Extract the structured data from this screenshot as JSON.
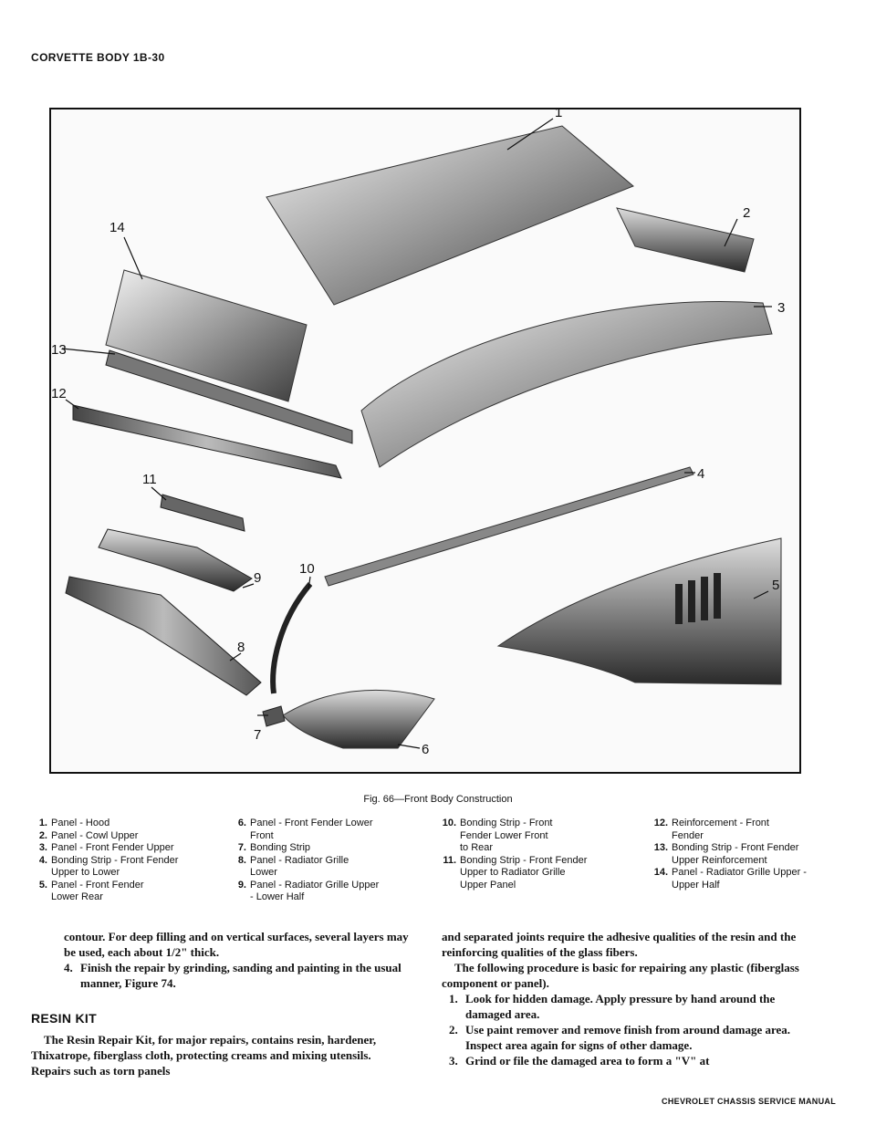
{
  "header": {
    "title": "CORVETTE BODY 1B-30"
  },
  "figure": {
    "callouts": [
      "1",
      "2",
      "3",
      "4",
      "5",
      "6",
      "7",
      "8",
      "9",
      "10",
      "11",
      "12",
      "13",
      "14"
    ],
    "caption": "Fig. 66—Front Body Construction"
  },
  "legend": [
    [
      {
        "num": "1.",
        "text": "Panel - Hood"
      },
      {
        "num": "2.",
        "text": "Panel - Cowl Upper"
      },
      {
        "num": "3.",
        "text": "Panel - Front Fender Upper"
      },
      {
        "num": "4.",
        "text": "Bonding Strip - Front Fender\nUpper to Lower"
      },
      {
        "num": "5.",
        "text": "Panel - Front Fender\nLower Rear"
      }
    ],
    [
      {
        "num": "6.",
        "text": "Panel - Front Fender Lower\nFront"
      },
      {
        "num": "7.",
        "text": "Bonding Strip"
      },
      {
        "num": "8.",
        "text": "Panel - Radiator Grille\nLower"
      },
      {
        "num": "9.",
        "text": "Panel - Radiator Grille Upper\n- Lower Half"
      }
    ],
    [
      {
        "num": "10.",
        "text": "Bonding Strip - Front\nFender Lower Front\nto Rear"
      },
      {
        "num": "11.",
        "text": "Bonding Strip - Front Fender\nUpper to Radiator Grille\nUpper Panel"
      }
    ],
    [
      {
        "num": "12.",
        "text": "Reinforcement - Front\nFender"
      },
      {
        "num": "13.",
        "text": "Bonding Strip - Front Fender\nUpper Reinforcement"
      },
      {
        "num": "14.",
        "text": "Panel - Radiator Grille Upper -\nUpper Half"
      }
    ]
  ],
  "left_column": {
    "p1": "contour. For deep filling and on vertical surfaces, several layers may be used, each about 1/2\" thick.",
    "step4_num": "4.",
    "step4": "Finish the repair by grinding, sanding and painting in the usual manner, Figure 74.",
    "heading": "RESIN KIT",
    "p2": "The Resin Repair Kit, for major repairs, contains resin, hardener, Thixatrope, fiberglass cloth, protecting creams and mixing utensils. Repairs such as torn panels"
  },
  "right_column": {
    "p1": "and separated joints require the adhesive qualities of the resin and the reinforcing qualities of the glass fibers.",
    "p2": "The following procedure is basic for repairing any plastic (fiberglass component or panel).",
    "steps": [
      {
        "num": "1.",
        "text": "Look for hidden damage. Apply pressure by hand around the damaged area."
      },
      {
        "num": "2.",
        "text": "Use paint remover and remove finish from around damage area. Inspect area again for signs of other damage."
      },
      {
        "num": "3.",
        "text": "Grind or file the damaged area to form a \"V\" at"
      }
    ]
  },
  "footer": {
    "text": "CHEVROLET CHASSIS SERVICE MANUAL"
  }
}
